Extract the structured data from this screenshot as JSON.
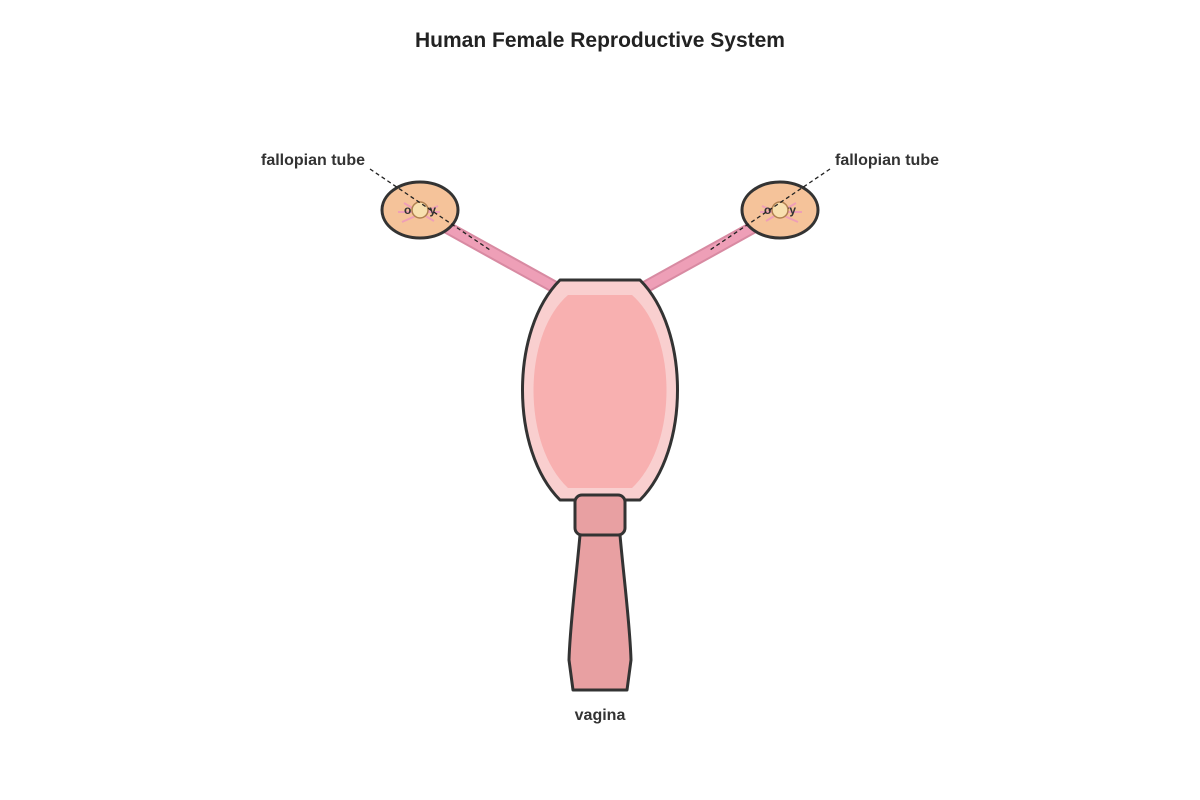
{
  "title": "Human Female Reproductive System",
  "labels": {
    "fallopian_tube_left": "fallopian tube",
    "fallopian_tube_right": "fallopian tube",
    "ovary_left": "ovary",
    "ovary_right": "ovary",
    "vagina": "vagina"
  },
  "colors": {
    "outline": "#333333",
    "uterus_outer": "#f9cfcf",
    "uterus_inner": "#f8b0b0",
    "tube": "#ee9fb7",
    "ovary": "#f5c39a",
    "follicle": "#f8e0b0",
    "cervix_vagina": "#e8a0a2"
  }
}
